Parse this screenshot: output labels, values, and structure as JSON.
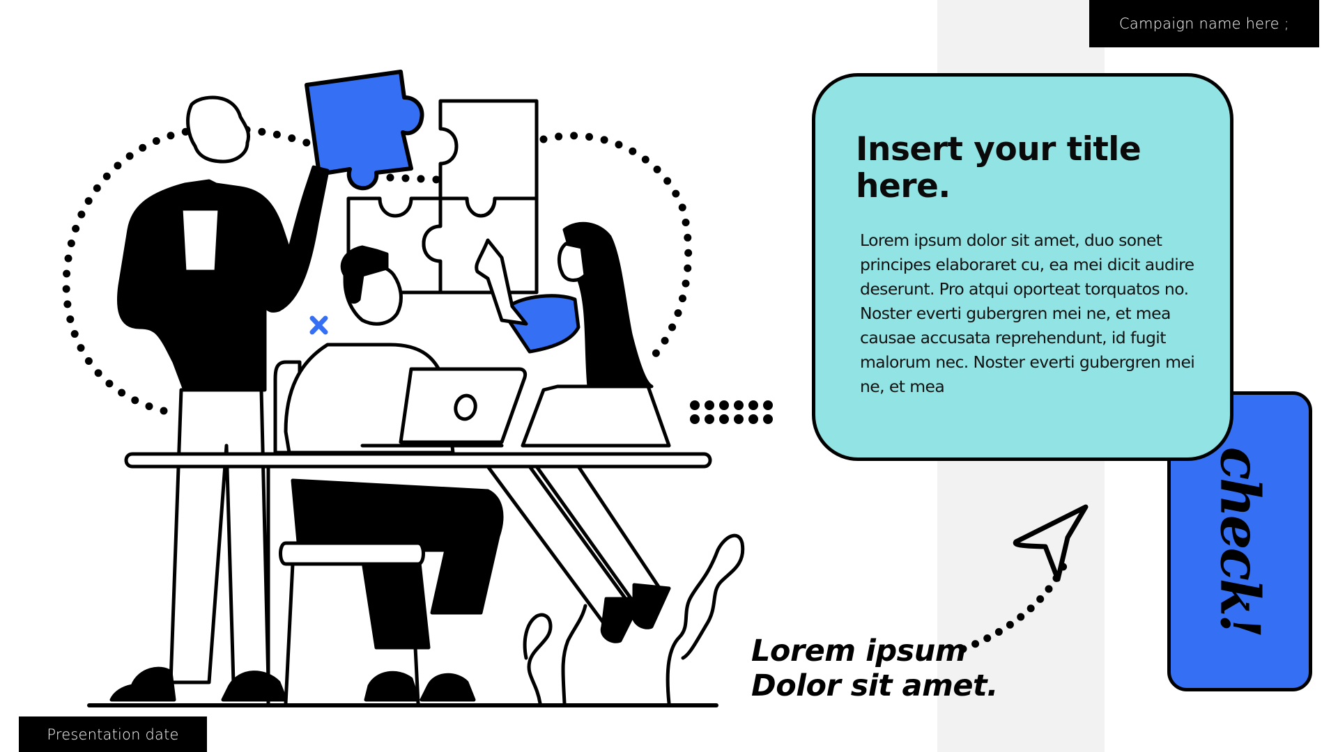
{
  "slide": {
    "campaign_tag": "Campaign name here ;",
    "date_tag": "Presentation date",
    "card": {
      "title": "Insert your title here.",
      "body": "Lorem ipsum dolor sit amet, duo sonet principes elaboraret cu, ea mei dicit audire deserunt. Pro atqui oporteat torquatos no. Noster everti gubergren mei ne, et mea causae accusata reprehendunt, id fugit malorum nec. Noster everti gubergren mei ne, et mea"
    },
    "side_label": "check!",
    "caption": {
      "line1": "Lorem ipsum",
      "line2": "Dolor sit amet."
    },
    "illustration": {
      "subject": "Team solving puzzle at a desk",
      "icons": [
        "puzzle-piece-icon",
        "cursor-arrow-icon",
        "cross-mark-icon",
        "dotted-circle",
        "dot-grid"
      ]
    },
    "colors": {
      "teal": "#92e3e3",
      "blue": "#346ff4",
      "stripe": "#f2f2f2",
      "ink": "#000000"
    }
  }
}
